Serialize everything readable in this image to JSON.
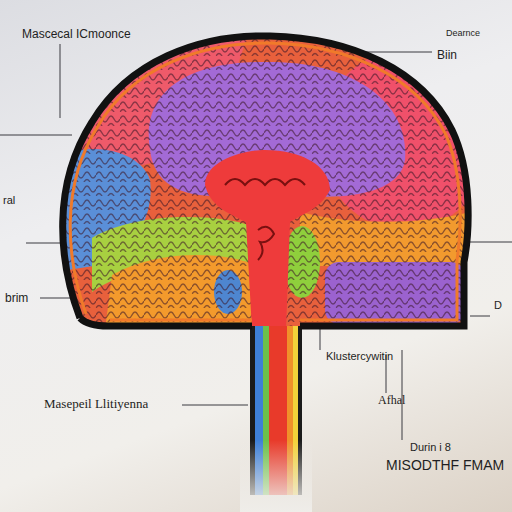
{
  "diagram": {
    "labels": [
      "Mascecal ICmoonce",
      "Dearnce",
      "Biin",
      "ral",
      "brim",
      "D",
      "Klustercywitin",
      "Masepeil Llitiyenna",
      "Afhal",
      "Durin i 8",
      "MISODTHF FMAM"
    ]
  }
}
